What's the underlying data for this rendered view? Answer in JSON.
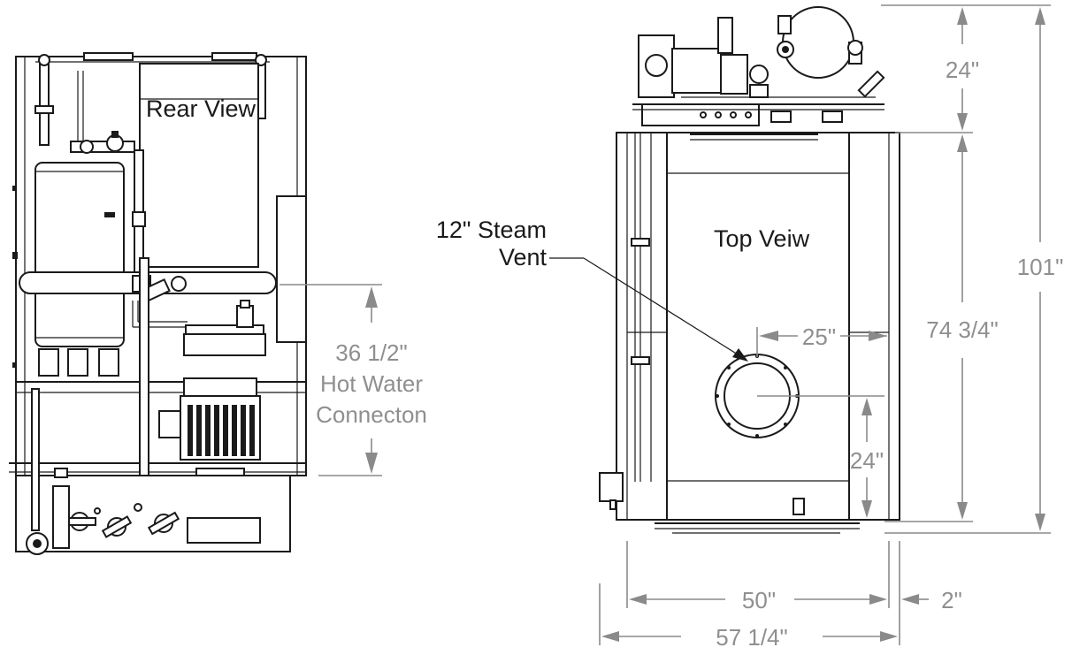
{
  "rear_view": {
    "title": "Rear View"
  },
  "top_view": {
    "title": "Top Veiw"
  },
  "callouts": {
    "steam_vent_line1": "12\" Steam",
    "steam_vent_line2": "Vent",
    "hot_water_line1": "36 1/2\"",
    "hot_water_line2": "Hot Water",
    "hot_water_line3": "Connecton"
  },
  "dimensions": {
    "top_section": "24\"",
    "overall_height": "101\"",
    "body_depth": "74 3/4\"",
    "vent_offset_x": "25\"",
    "vent_offset_y": "24\"",
    "body_width": "50\"",
    "side_clearance": "2\"",
    "overall_width": "57 1/4\""
  }
}
